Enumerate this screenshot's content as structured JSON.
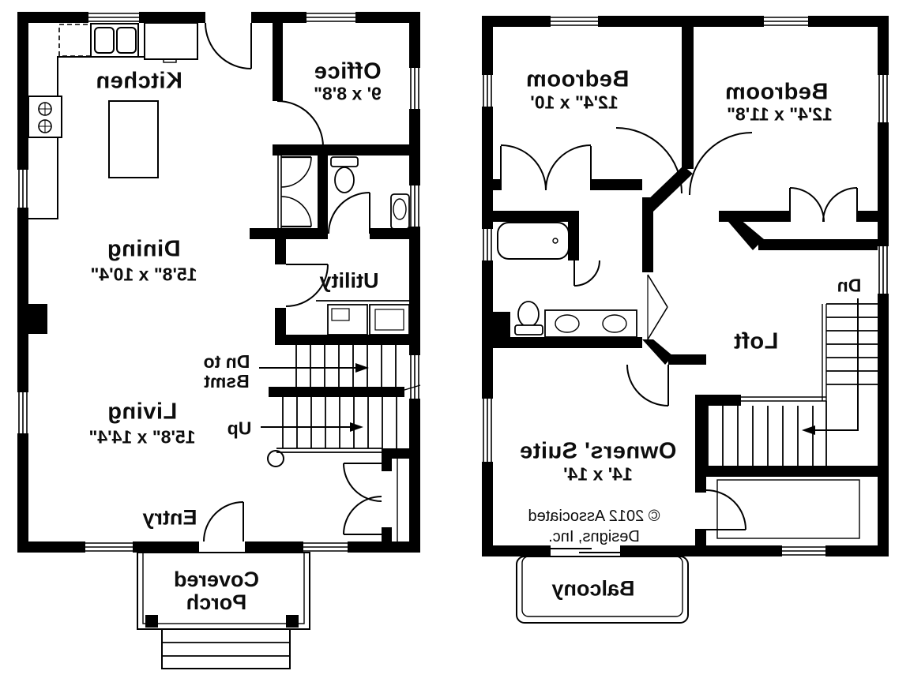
{
  "first_floor": {
    "kitchen": {
      "label": "Kitchen"
    },
    "office": {
      "label": "Office",
      "dims": "9' x 8'8\""
    },
    "dining": {
      "label": "Dining",
      "dims": "15'8\" x 10'4\""
    },
    "utility": {
      "label": "Utility"
    },
    "living": {
      "label": "Living",
      "dims": "15'8\" x 14'4\""
    },
    "entry": {
      "label": "Entry"
    },
    "covered_porch": {
      "label": "Covered Porch"
    },
    "stairs": {
      "down_label": "Dn to Bsmt",
      "up_label": "Up"
    }
  },
  "second_floor": {
    "bedroom_left": {
      "label": "Bedroom",
      "dims": "12'4\" x 10'"
    },
    "bedroom_right": {
      "label": "Bedroom",
      "dims": "12'4\" x 11'8\""
    },
    "loft": {
      "label": "Loft"
    },
    "owners_suite": {
      "label": "Owners' Suite",
      "dims": "14' x 14'"
    },
    "balcony": {
      "label": "Balcony"
    },
    "stairs": {
      "down_label": "Dn"
    },
    "copyright": "© 2012 Associated Designs, Inc."
  },
  "style": {
    "wall_color": "#000000",
    "background": "#ffffff",
    "text_color": "#0d0d0d"
  }
}
